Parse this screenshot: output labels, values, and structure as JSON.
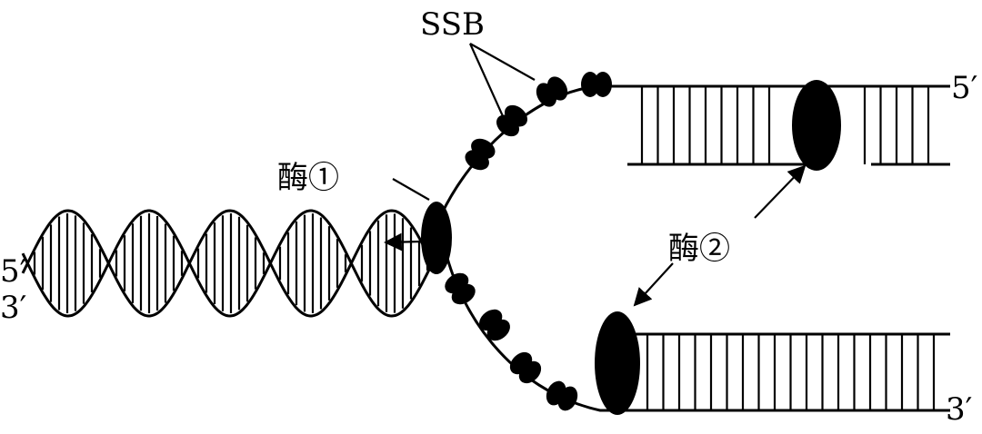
{
  "labels": {
    "ssb": "SSB",
    "enzyme1": "酶①",
    "enzyme2": "酶②",
    "top_right_end": "5′",
    "bottom_right_end": "3′",
    "left_upper_end": "5′",
    "left_lower_end": "3′"
  },
  "colors": {
    "ink": "#000000",
    "background": "#ffffff"
  }
}
